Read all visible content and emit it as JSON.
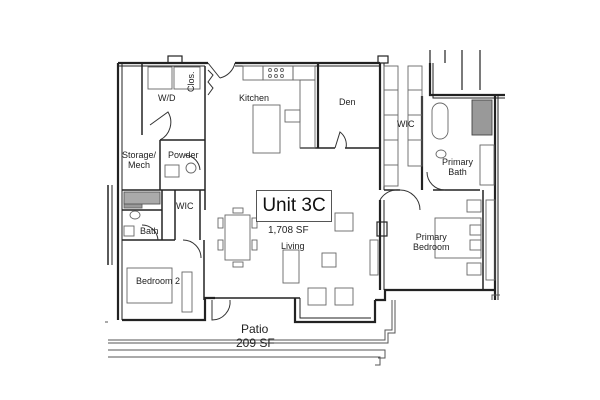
{
  "plan": {
    "unit_name": "Unit 3C",
    "unit_area": "1,708 SF",
    "rooms": [
      {
        "id": "wd",
        "label": "W/D"
      },
      {
        "id": "clos",
        "label": "Clos."
      },
      {
        "id": "kitchen",
        "label": "Kitchen"
      },
      {
        "id": "den",
        "label": "Den"
      },
      {
        "id": "wic-primary",
        "label": "WIC"
      },
      {
        "id": "primary-bath",
        "label": "Primary\nBath"
      },
      {
        "id": "storage-mech",
        "label": "Storage/\nMech"
      },
      {
        "id": "powder",
        "label": "Powder"
      },
      {
        "id": "wic-secondary",
        "label": "WIC"
      },
      {
        "id": "bath",
        "label": "Bath"
      },
      {
        "id": "living",
        "label": "Living"
      },
      {
        "id": "primary-bedroom",
        "label": "Primary\nBedroom"
      },
      {
        "id": "bedroom-2",
        "label": "Bedroom 2"
      },
      {
        "id": "patio",
        "label": "Patio"
      }
    ],
    "patio_area": "209 SF"
  },
  "labels": {
    "wd": "W/D",
    "clos": "Clos.",
    "kitchen": "Kitchen",
    "den": "Den",
    "wic_primary": "WIC",
    "primary_bath_1": "Primary",
    "primary_bath_2": "Bath",
    "storage_1": "Storage/",
    "storage_2": "Mech",
    "powder": "Powder",
    "wic_secondary": "WIC",
    "bath": "Bath",
    "living": "Living",
    "primary_bedroom_1": "Primary",
    "primary_bedroom_2": "Bedroom",
    "bedroom_2": "Bedroom 2",
    "patio": "Patio",
    "patio_area": "209 SF",
    "unit_name": "Unit 3C",
    "unit_area": "1,708 SF"
  }
}
